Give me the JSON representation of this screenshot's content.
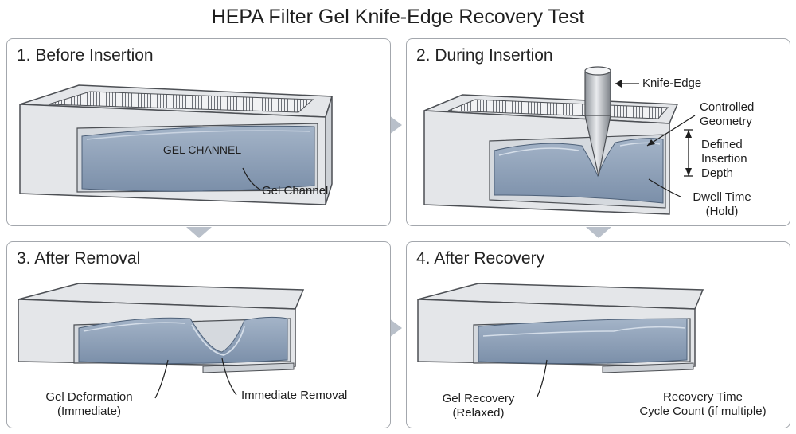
{
  "title": "HEPA Filter Gel Knife-Edge Recovery Test",
  "panels": [
    {
      "title": "1. Before Insertion",
      "labels": {
        "inner": "GEL CHANNEL",
        "gel_channel": "Gel Channel"
      }
    },
    {
      "title": "2. During Insertion",
      "labels": {
        "knife_edge": "Knife-Edge",
        "controlled_geometry": "Controlled Geometry",
        "defined_depth": "Defined Insertion Depth",
        "dwell_time": "Dwell Time (Hold)"
      }
    },
    {
      "title": "3. After Removal",
      "labels": {
        "gel_deformation": "Gel Deformation (Immediate)",
        "immediate_removal": "Immediate Removal"
      }
    },
    {
      "title": "4. After Recovery",
      "labels": {
        "gel_recovery": "Gel Recovery (Relaxed)",
        "recovery_time": "Recovery Time",
        "cycle_count": "Cycle Count (if multiple)"
      }
    }
  ],
  "colors": {
    "panel_border": "#a3a7ad",
    "frame_face": "#e4e6e9",
    "frame_stroke": "#4c4f54",
    "gel_fill": "#8ea1b9",
    "gel_dark": "#5f7592",
    "connector": "#b9c0ca"
  }
}
